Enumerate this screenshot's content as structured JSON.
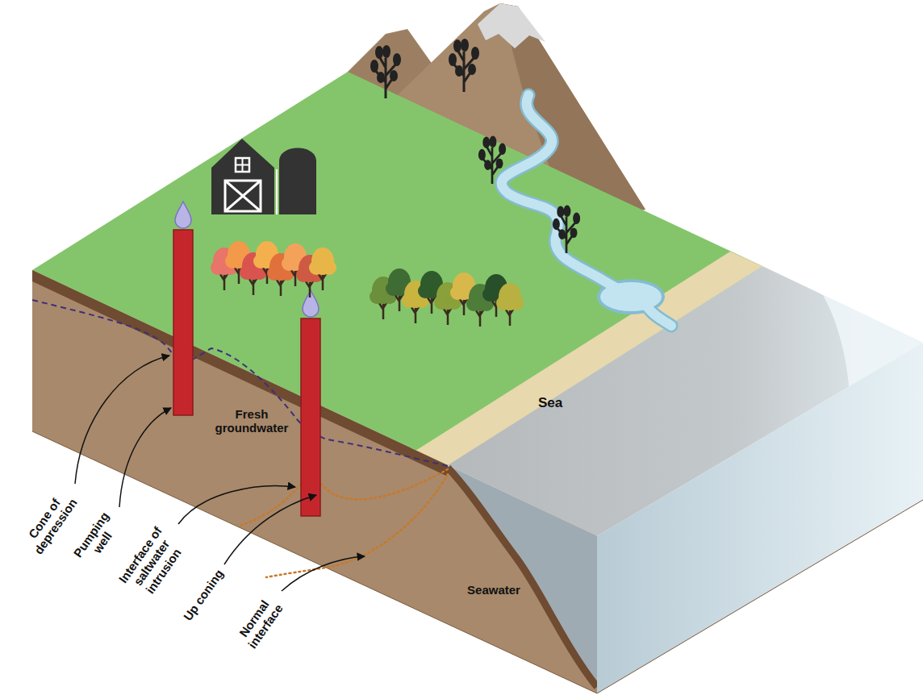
{
  "diagram": {
    "labels": [
      "Sea",
      "Fresh groundwater",
      "Seawater",
      "Cone of depression",
      "Pumping well",
      "Interface of saltwater intrusion",
      "Up coning",
      "Normal interface"
    ]
  }
}
